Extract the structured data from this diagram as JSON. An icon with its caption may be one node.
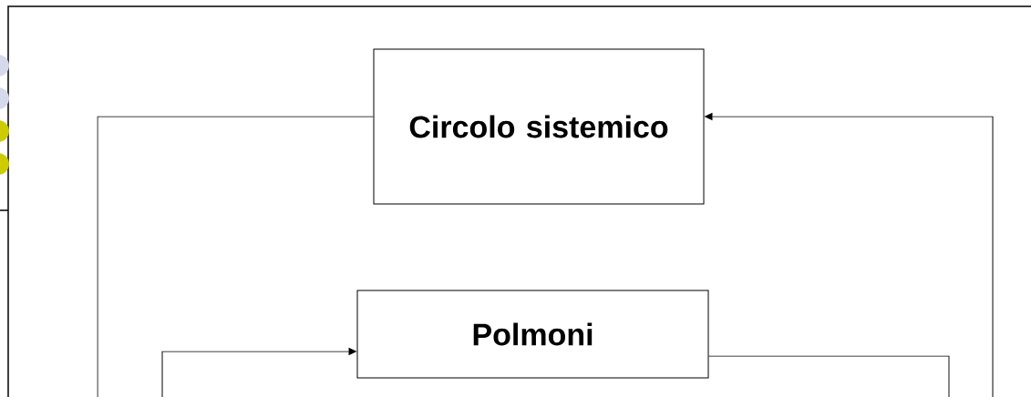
{
  "diagram": {
    "nodes": [
      {
        "text": [
          "Circolo sistemico"
        ]
      },
      {
        "text": [
          "Polmoni"
        ]
      }
    ],
    "edges": [
      {
        "from": 0,
        "to": null,
        "arrow": "none"
      },
      {
        "from": null,
        "to": 0,
        "arrow": "to"
      },
      {
        "from": null,
        "to": 1,
        "arrow": "to"
      },
      {
        "from": 1,
        "to": null,
        "arrow": "none"
      }
    ]
  }
}
